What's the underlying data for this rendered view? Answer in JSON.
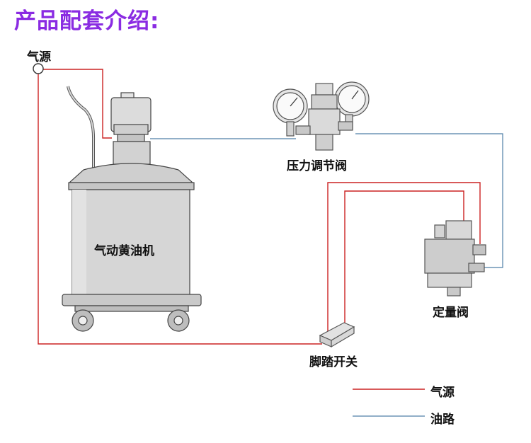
{
  "heading": "产品配套介绍:",
  "labels": {
    "air_source": "气源",
    "pump": "气动黄油机",
    "pressure_valve": "压力调节阀",
    "metering_valve": "定量阀",
    "foot_switch": "脚踏开关"
  },
  "legend": [
    {
      "label": "气源",
      "color": "#cc2222"
    },
    {
      "label": "油路",
      "color": "#4f7fa8"
    }
  ],
  "colors": {
    "heading": "#8a2be2",
    "air_line": "#cc2222",
    "oil_line": "#4f7fa8"
  }
}
